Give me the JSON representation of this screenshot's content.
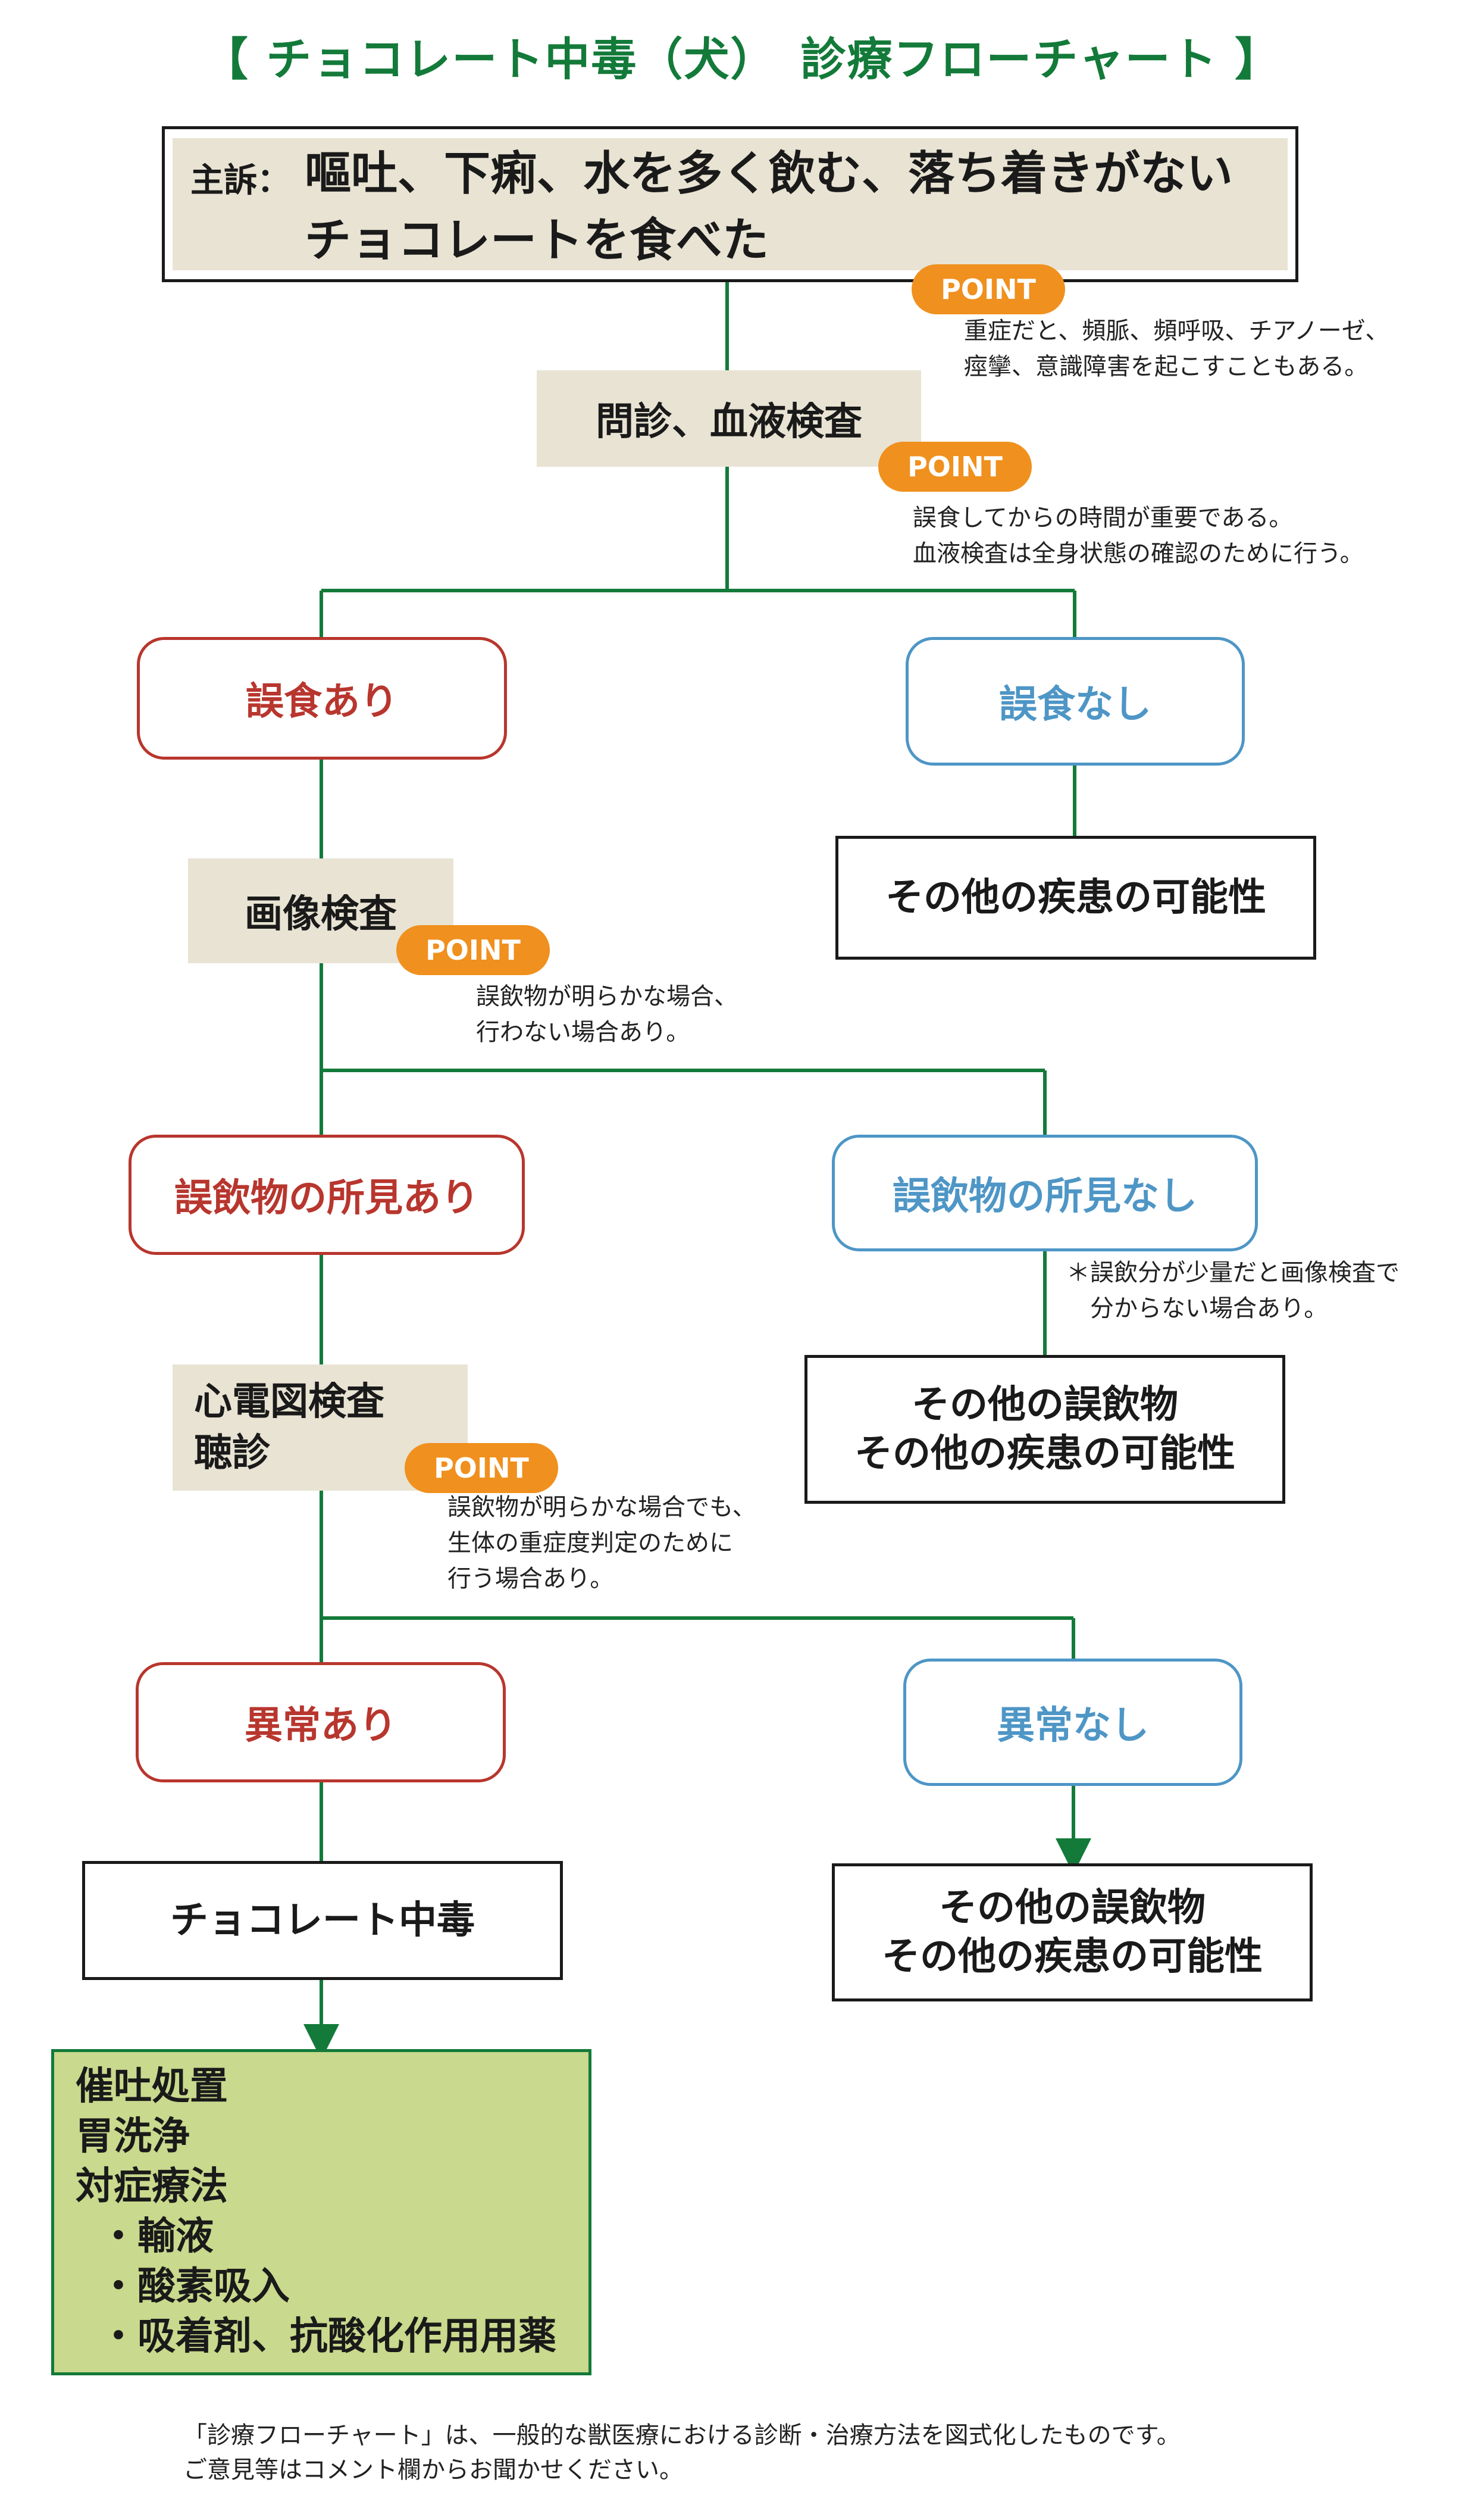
{
  "title": "【 チョコレート中毒（犬）　診療フローチャート 】",
  "complaint": {
    "label": "主訴：",
    "line1": "嘔吐、下痢、水を多く飲む、落ち着きがない",
    "line2": "チョコレートを食べた"
  },
  "point_label": "POINT",
  "notes": {
    "n1": [
      "重症だと、頻脈、頻呼吸、チアノーゼ、",
      "痙攣、意識障害を起こすこともある。"
    ],
    "n2": [
      "誤食してからの時間が重要である。",
      "血液検査は全身状態の確認のために行う。"
    ],
    "n3": [
      "誤飲物が明らかな場合、",
      "行わない場合あり。"
    ],
    "n4": [
      "＊誤飲分が少量だと画像検査で",
      "　分からない場合あり。"
    ],
    "n5": [
      "誤飲物が明らかな場合でも、",
      "生体の重症度判定のために",
      "行う場合あり。"
    ]
  },
  "steps": {
    "interview": "問診、血液検査",
    "imaging": "画像検査",
    "ecg": [
      "心電図検査",
      "聴診"
    ]
  },
  "branches": {
    "ingest_yes": "誤食あり",
    "ingest_no": "誤食なし",
    "finding_yes": "誤飲物の所見あり",
    "finding_no": "誤飲物の所見なし",
    "abnormal_yes": "異常あり",
    "abnormal_no": "異常なし"
  },
  "outcomes": {
    "other_disease": "その他の疾患の可能性",
    "other_foreign_1": [
      "その他の誤飲物",
      "その他の疾患の可能性"
    ],
    "choco_poisoning": "チョコレート中毒",
    "other_foreign_2": [
      "その他の誤飲物",
      "その他の疾患の可能性"
    ]
  },
  "treatment": [
    "催吐処置",
    "胃洗浄",
    "対症療法",
    "・輸液",
    "・酸素吸入",
    "・吸着剤、抗酸化作用用薬"
  ],
  "footer": [
    "「診療フローチャート」は、一般的な獣医療における診断・治療方法を図式化したものです。",
    "ご意見等はコメント欄からお聞かせください。"
  ],
  "colors": {
    "line": "#137a3a",
    "title": "#137a3a",
    "yes": "#b8362e",
    "no": "#4e96c6",
    "point": "#f0901e",
    "step_bg": "#e8e3d3",
    "treatment_bg": "#c9d98d"
  }
}
